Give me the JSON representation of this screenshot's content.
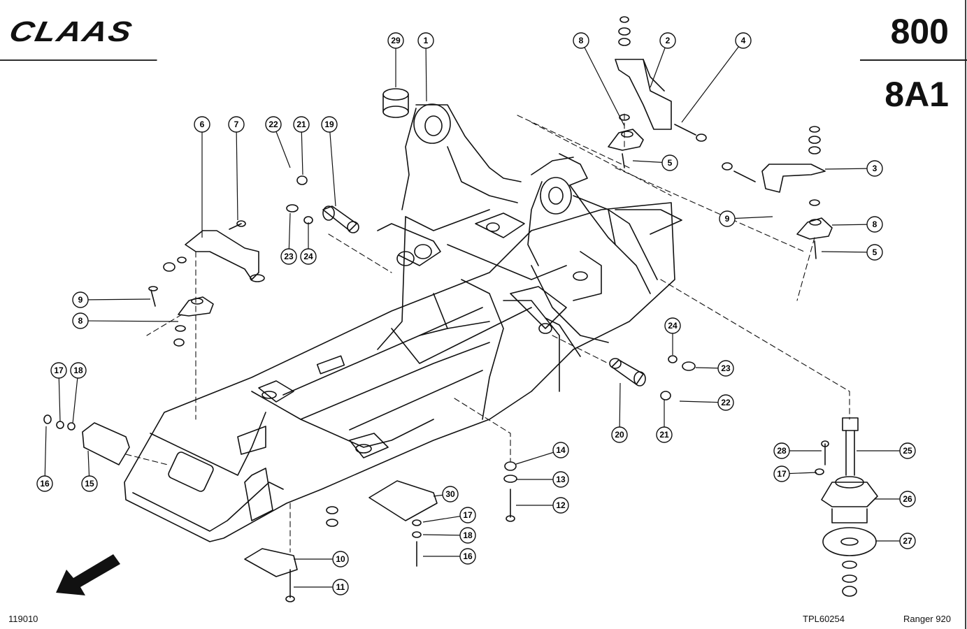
{
  "header": {
    "logo_text": "CLAAS",
    "group_code": "800",
    "section_code": "8A1"
  },
  "footer": {
    "left_code": "119010",
    "drawing_ref": "TPL60254",
    "model": "Ranger 920"
  },
  "callouts": [
    {
      "id": "c29a",
      "label": "29"
    },
    {
      "id": "c1",
      "label": "1"
    },
    {
      "id": "c8a",
      "label": "8"
    },
    {
      "id": "c2",
      "label": "2"
    },
    {
      "id": "c4",
      "label": "4"
    },
    {
      "id": "c5a",
      "label": "5"
    },
    {
      "id": "c3",
      "label": "3"
    },
    {
      "id": "c9a",
      "label": "9"
    },
    {
      "id": "c8b",
      "label": "8"
    },
    {
      "id": "c5b",
      "label": "5"
    },
    {
      "id": "c6",
      "label": "6"
    },
    {
      "id": "c7",
      "label": "7"
    },
    {
      "id": "c22a",
      "label": "22"
    },
    {
      "id": "c21a",
      "label": "21"
    },
    {
      "id": "c19",
      "label": "19"
    },
    {
      "id": "c23a",
      "label": "23"
    },
    {
      "id": "c24a",
      "label": "24"
    },
    {
      "id": "c9b",
      "label": "9"
    },
    {
      "id": "c8c",
      "label": "8"
    },
    {
      "id": "c17a",
      "label": "17"
    },
    {
      "id": "c18a",
      "label": "18"
    },
    {
      "id": "c16a",
      "label": "16"
    },
    {
      "id": "c15",
      "label": "15"
    },
    {
      "id": "c24b",
      "label": "24"
    },
    {
      "id": "c23b",
      "label": "23"
    },
    {
      "id": "c22b",
      "label": "22"
    },
    {
      "id": "c20",
      "label": "20"
    },
    {
      "id": "c21b",
      "label": "21"
    },
    {
      "id": "c14",
      "label": "14"
    },
    {
      "id": "c13",
      "label": "13"
    },
    {
      "id": "c12",
      "label": "12"
    },
    {
      "id": "c30",
      "label": "30"
    },
    {
      "id": "c17b",
      "label": "17"
    },
    {
      "id": "c18b",
      "label": "18"
    },
    {
      "id": "c16b",
      "label": "16"
    },
    {
      "id": "c10",
      "label": "10"
    },
    {
      "id": "c11",
      "label": "11"
    },
    {
      "id": "c28",
      "label": "28"
    },
    {
      "id": "c25",
      "label": "25"
    },
    {
      "id": "c17c",
      "label": "17"
    },
    {
      "id": "c26",
      "label": "26"
    },
    {
      "id": "c27",
      "label": "27"
    }
  ]
}
